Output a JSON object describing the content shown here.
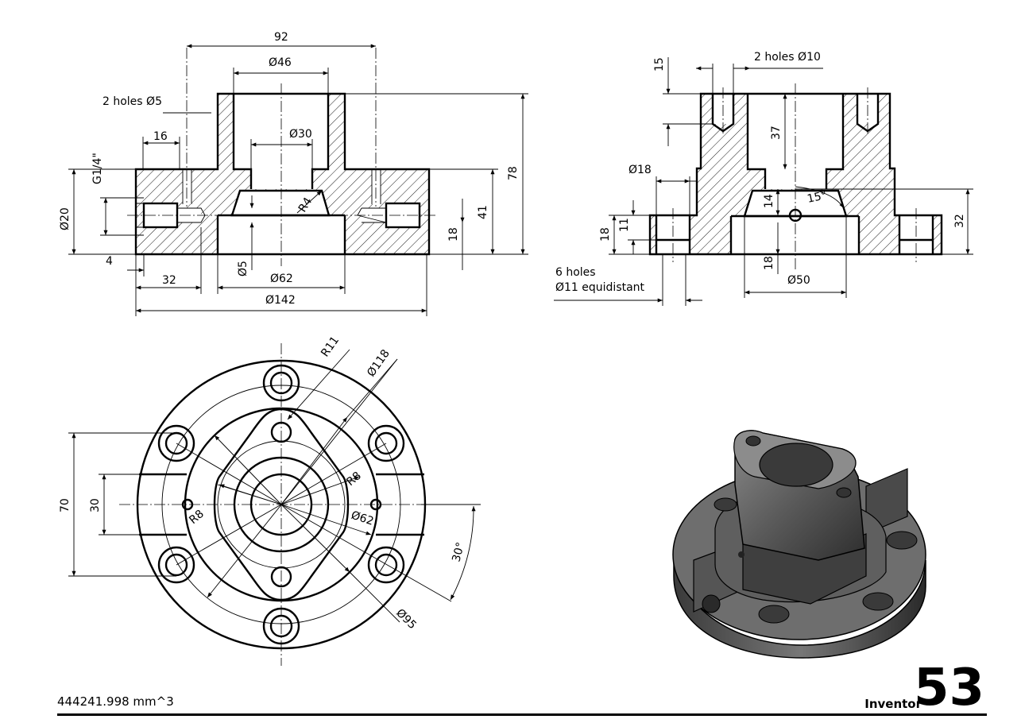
{
  "front_view": {
    "dims": {
      "d92": "92",
      "d46": "Ø46",
      "holes5": "2 holes Ø5",
      "d30": "Ø30",
      "d16": "16",
      "g14": "G1/4\"",
      "d20": "Ø20",
      "r4": "R4",
      "d78": "78",
      "d41": "41",
      "d18": "18",
      "d5": "Ø5",
      "d4": "4",
      "d32": "32",
      "d62": "Ø62",
      "d142": "Ø142"
    }
  },
  "side_view": {
    "dims": {
      "d15": "15",
      "holes10": "2 holes Ø10",
      "d37": "37",
      "d18a": "Ø18",
      "d14": "14",
      "a15": "15°",
      "d32": "32",
      "d18": "18",
      "d11": "11",
      "d18b": "18",
      "d50": "Ø50",
      "holes11_line1": "6 holes",
      "holes11_line2": "Ø11 equidistant"
    }
  },
  "top_view": {
    "dims": {
      "r11": "R11",
      "d118": "Ø118",
      "d70": "70",
      "d30": "30",
      "r8a": "R8",
      "r8b": "R8",
      "d62": "Ø62",
      "a30": "30°",
      "d95": "Ø95"
    }
  },
  "footer": {
    "volume": "444241.998 mm^3",
    "brand": "Inventor",
    "number": "53"
  }
}
